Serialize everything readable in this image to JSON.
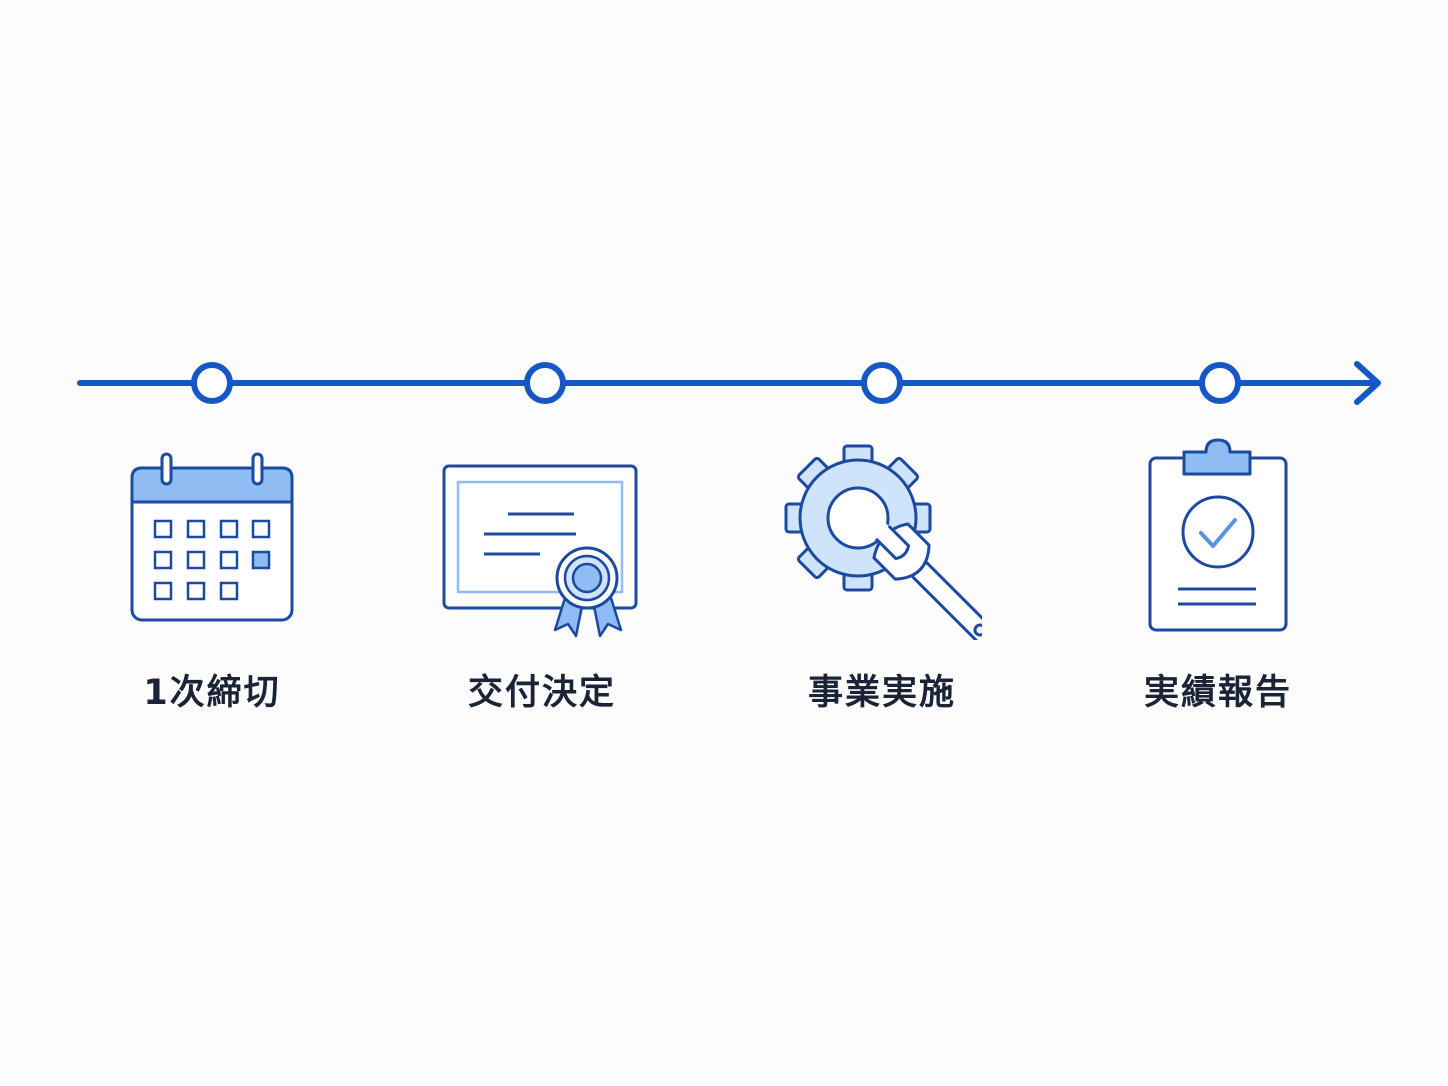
{
  "colors": {
    "primary": "#1557c4",
    "icon_stroke": "#1b4aa0",
    "accent_fill": "#8fbcf3",
    "light_fill": "#cfe3fb",
    "node_fill": "#ffffff",
    "label_text": "#1a2436"
  },
  "steps": [
    {
      "label": "1次締切",
      "icon": "calendar-icon"
    },
    {
      "label": "交付決定",
      "icon": "certificate-icon"
    },
    {
      "label": "事業実施",
      "icon": "gear-wrench-icon"
    },
    {
      "label": "実績報告",
      "icon": "clipboard-check-icon"
    }
  ]
}
